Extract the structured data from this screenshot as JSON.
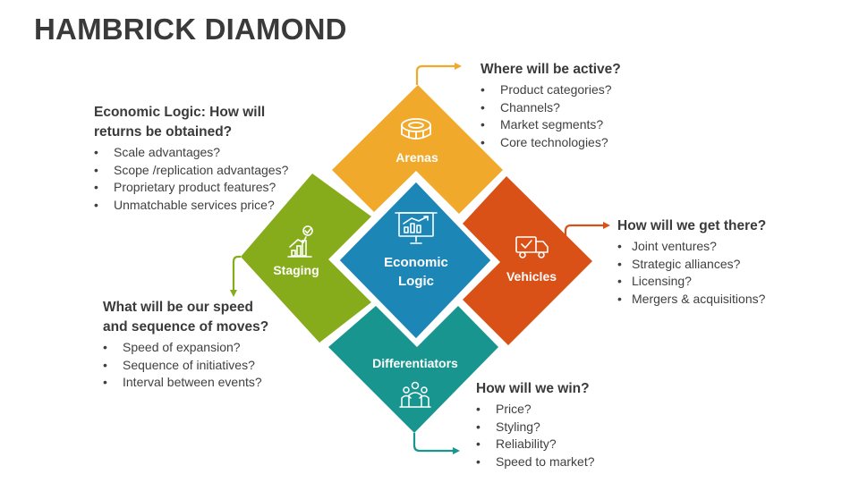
{
  "title": "HAMBRICK DIAMOND",
  "colors": {
    "arenas": "#F0A92A",
    "staging": "#86AC1C",
    "vehicles": "#DA5117",
    "differentiators": "#18958F",
    "center": "#1C86B7"
  },
  "segments": {
    "center": {
      "line1": "Economic",
      "line2": "Logic",
      "icon": "presentation-chart-icon"
    },
    "arenas": {
      "label": "Arenas",
      "icon": "stadium-icon"
    },
    "staging": {
      "label": "Staging",
      "icon": "growth-chart-icon"
    },
    "vehicles": {
      "label": "Vehicles",
      "icon": "delivery-truck-icon"
    },
    "differentiators": {
      "label": "Differentiators",
      "icon": "team-icon"
    }
  },
  "blocks": {
    "economic": {
      "heading_line1": "Economic Logic: How will",
      "heading_line2": "returns be obtained?",
      "items": [
        "Scale advantages?",
        "Scope /replication advantages?",
        "Proprietary product features?",
        "Unmatchable services price?"
      ]
    },
    "arenas": {
      "heading_line1": "Where will be active?",
      "items": [
        "Product categories?",
        "Channels?",
        "Market segments?",
        "Core technologies?"
      ]
    },
    "vehicles": {
      "heading_line1": "How will we get there?",
      "items": [
        "Joint ventures?",
        "Strategic alliances?",
        "Licensing?",
        "Mergers & acquisitions?"
      ]
    },
    "staging": {
      "heading_line1": "What will be our speed",
      "heading_line2": "and sequence of moves?",
      "items": [
        "Speed of expansion?",
        "Sequence of initiatives?",
        "Interval between events?"
      ]
    },
    "differentiators": {
      "heading_line1": "How will we win?",
      "items": [
        "Price?",
        "Styling?",
        "Reliability?",
        "Speed to market?"
      ]
    }
  }
}
